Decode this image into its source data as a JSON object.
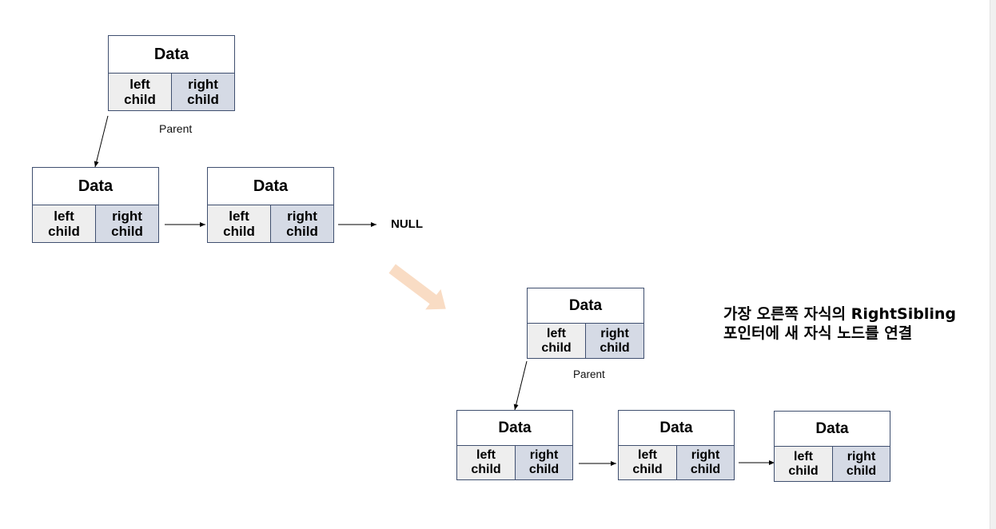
{
  "node": {
    "data_label": "Data",
    "left_label": "left child",
    "right_label": "right child"
  },
  "parent_label": "Parent",
  "null_label": "NULL",
  "description": {
    "line1": "가장 오른쪽 자식의 RightSibling",
    "line2": "포인터에 새 자식 노드를 연결"
  },
  "colors": {
    "border": "#3f4f6f",
    "left_cell": "#eeeeee",
    "right_cell": "#d5dae5",
    "transition_arrow": "#f9dcc4"
  }
}
